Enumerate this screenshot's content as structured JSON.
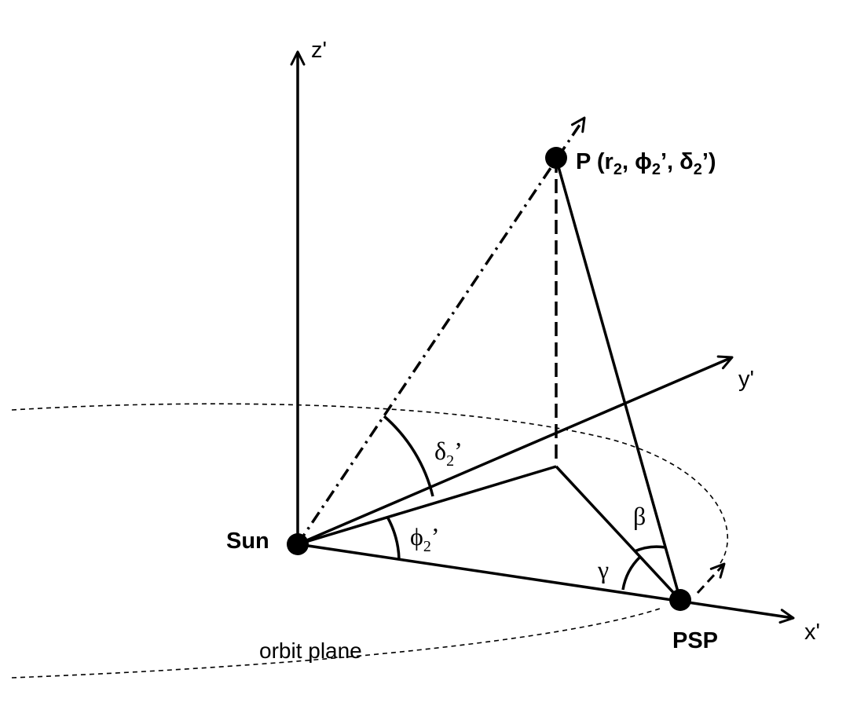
{
  "axes": {
    "x": "x'",
    "y": "y'",
    "z": "z'"
  },
  "points": {
    "sun": "Sun",
    "psp": "PSP",
    "p": {
      "prefix": "P (r",
      "r_sub": "2",
      "mid1": ", ϕ",
      "phi_sub": "2",
      "mid2": "’, δ",
      "delta_sub": "2",
      "suffix": "’)"
    }
  },
  "angles": {
    "delta": {
      "symbol": "δ",
      "sub": "2",
      "prime": "’"
    },
    "phi": {
      "symbol": "ϕ",
      "sub": "2",
      "prime": "’"
    },
    "beta": "β",
    "gamma": "γ"
  },
  "orbit_label": "orbit plane"
}
